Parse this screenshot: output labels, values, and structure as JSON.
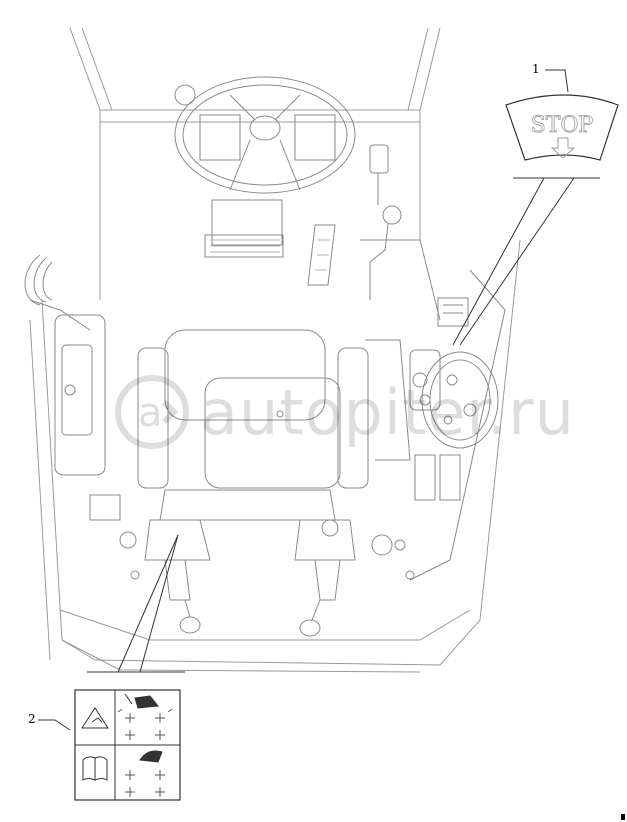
{
  "callouts": [
    {
      "number": "1",
      "decal": "STOP"
    },
    {
      "number": "2",
      "decal": ""
    }
  ],
  "watermark": {
    "text": "autopiter.ru",
    "icon": "a-arrow-logo-icon"
  },
  "colors": {
    "line": "#555555",
    "light_line": "#9a9a9a",
    "watermark": "#000000"
  }
}
